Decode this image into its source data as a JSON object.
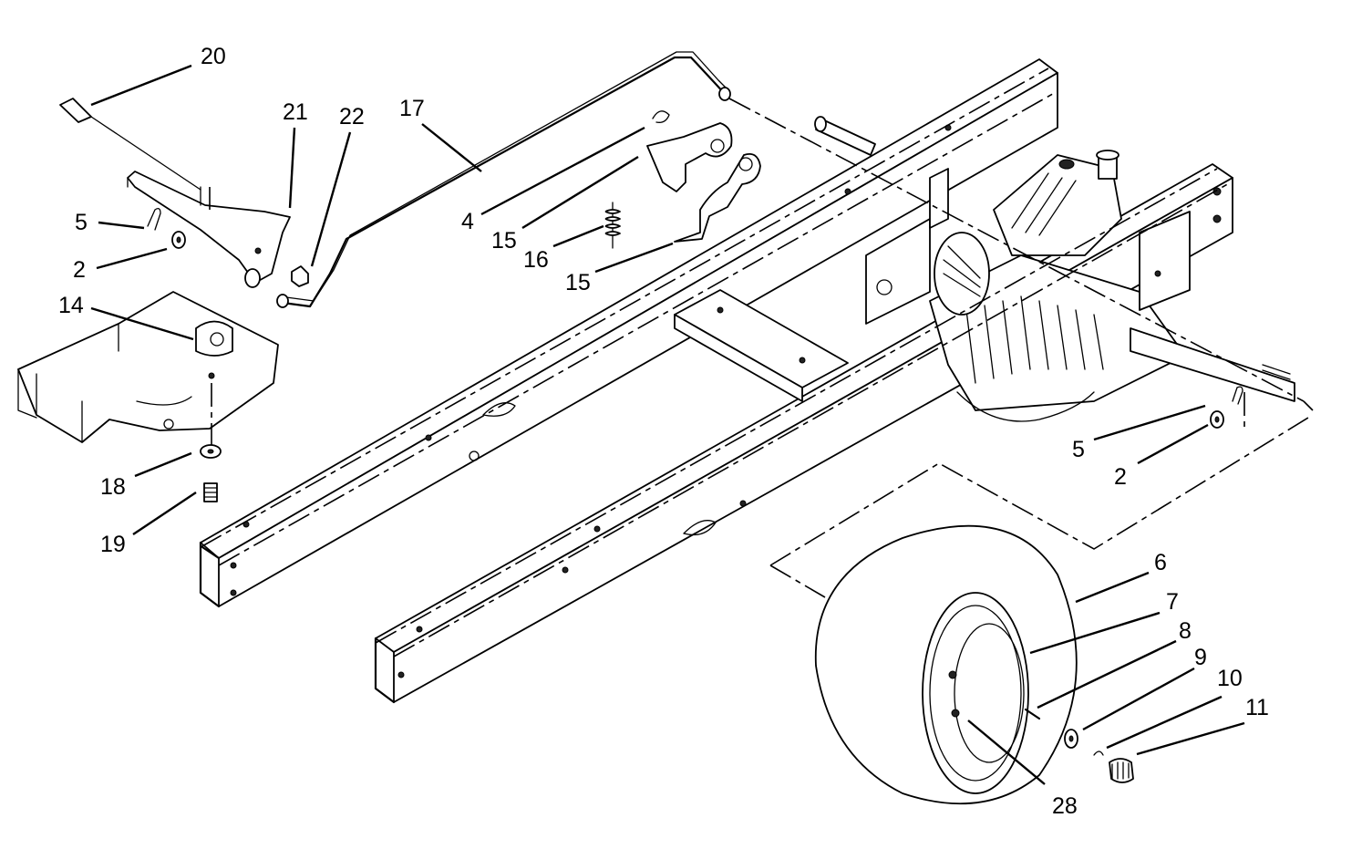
{
  "callouts": [
    {
      "id": "c20",
      "text": "20"
    },
    {
      "id": "c21",
      "text": "21"
    },
    {
      "id": "c22",
      "text": "22"
    },
    {
      "id": "c17",
      "text": "17"
    },
    {
      "id": "c5a",
      "text": "5"
    },
    {
      "id": "c2a",
      "text": "2"
    },
    {
      "id": "c14",
      "text": "14"
    },
    {
      "id": "c18",
      "text": "18"
    },
    {
      "id": "c19",
      "text": "19"
    },
    {
      "id": "c4",
      "text": "4"
    },
    {
      "id": "c15a",
      "text": "15"
    },
    {
      "id": "c16",
      "text": "16"
    },
    {
      "id": "c15b",
      "text": "15"
    },
    {
      "id": "c5b",
      "text": "5"
    },
    {
      "id": "c2b",
      "text": "2"
    },
    {
      "id": "c6",
      "text": "6"
    },
    {
      "id": "c7",
      "text": "7"
    },
    {
      "id": "c8",
      "text": "8"
    },
    {
      "id": "c9",
      "text": "9"
    },
    {
      "id": "c10",
      "text": "10"
    },
    {
      "id": "c11",
      "text": "11"
    },
    {
      "id": "c28",
      "text": "28"
    }
  ]
}
